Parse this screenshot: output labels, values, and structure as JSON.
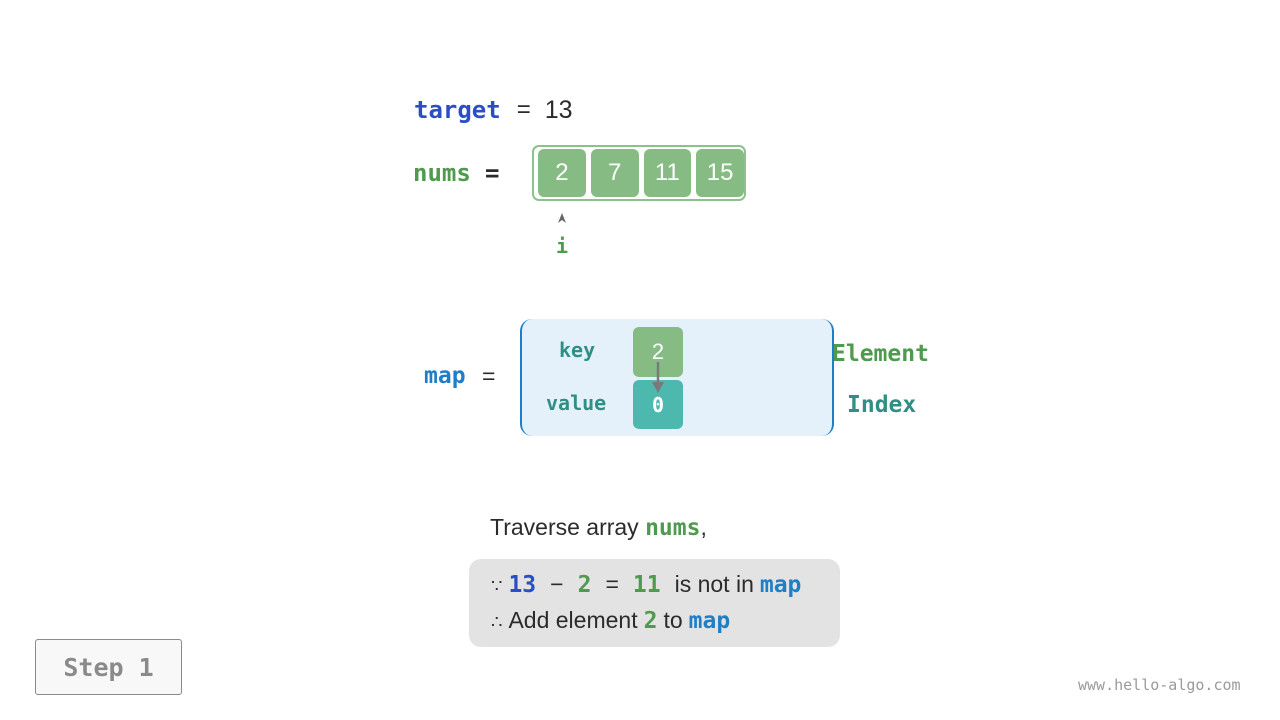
{
  "target": {
    "label": "target",
    "equals": "=",
    "value": "13"
  },
  "nums": {
    "label": "nums",
    "equals": "=",
    "values": [
      "2",
      "7",
      "11",
      "15"
    ]
  },
  "pointer": {
    "label": "i"
  },
  "map": {
    "label": "map",
    "equals": "=",
    "key_label": "key",
    "value_label": "value",
    "key": "2",
    "value": "0",
    "element_label": "Element",
    "index_label": "Index"
  },
  "explanation": {
    "traverse_text": "Traverse array ",
    "traverse_var": "nums",
    "traverse_comma": ",",
    "because_symbol": "∵",
    "target_value": "13",
    "minus": "−",
    "element": "2",
    "equals": "=",
    "complement": "11",
    "not_in_text": "is not in",
    "map_ref": "map",
    "therefore_symbol": "∴",
    "add_text": "Add element",
    "add_element": "2",
    "to_text": "to",
    "map_ref2": "map"
  },
  "step_button": {
    "label": "Step 1"
  },
  "watermark": "www.hello-algo.com",
  "colors": {
    "element_green": "#86bc84",
    "index_teal": "#4db8ae",
    "map_blue": "#1f7fc6",
    "target_navy": "#2b4ec4"
  }
}
